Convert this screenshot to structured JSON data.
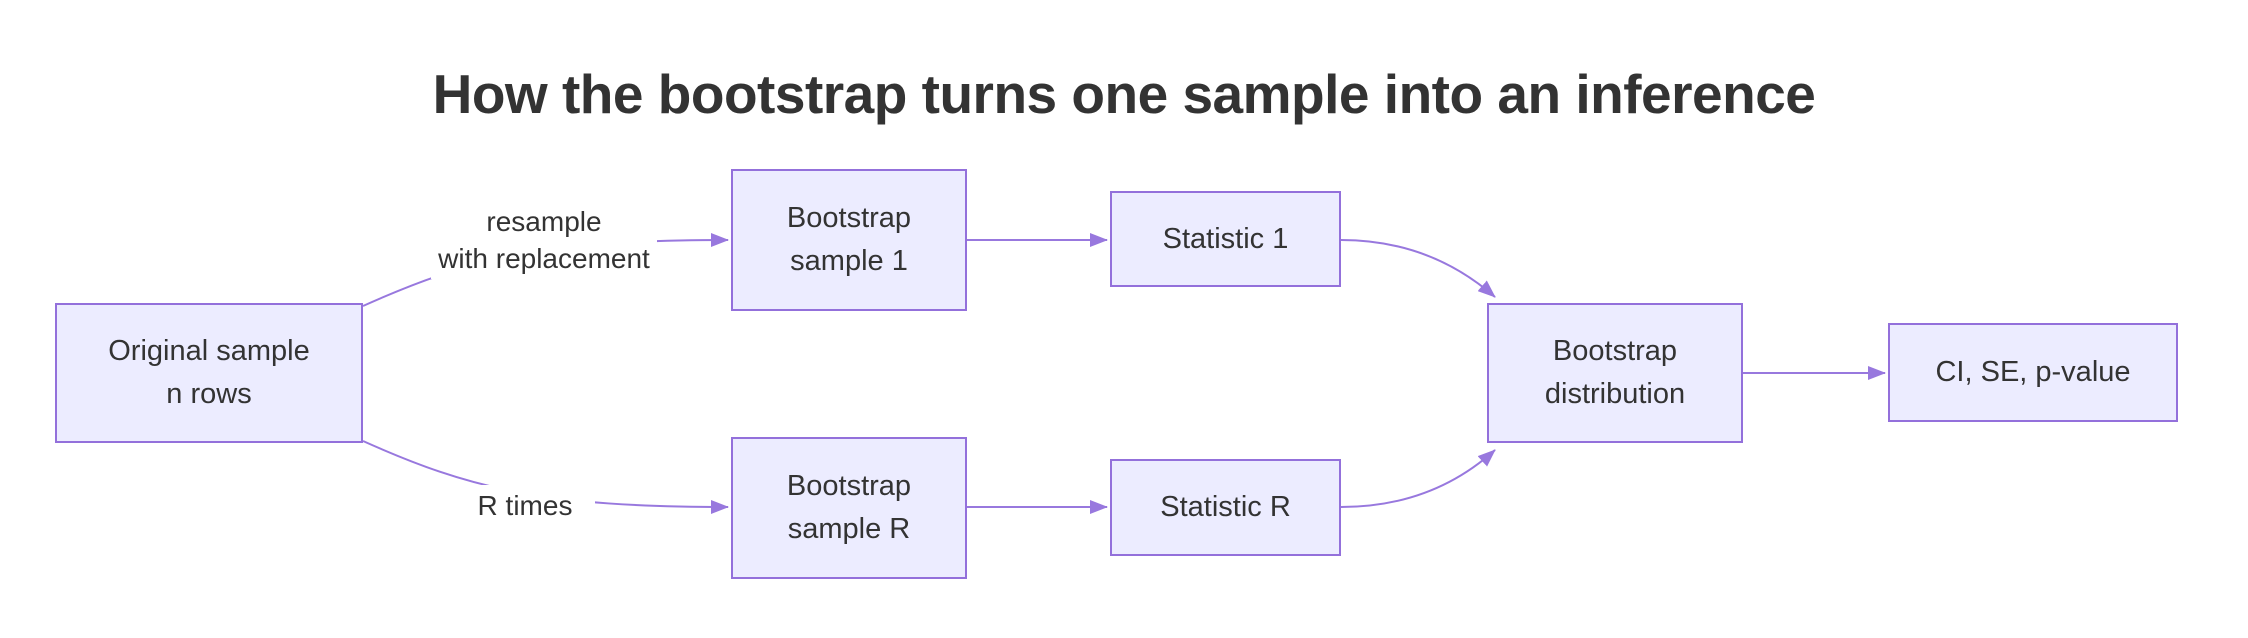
{
  "title": "How the bootstrap turns one sample into an inference",
  "colors": {
    "background": "#ffffff",
    "node_fill": "#ECECFF",
    "node_border": "#9370DB",
    "edge_line": "#9878DE",
    "text": "#333333",
    "title_text": "#333333"
  },
  "nodes": {
    "original_sample": {
      "line1": "Original sample",
      "line2": "n rows"
    },
    "bootstrap_sample_1": {
      "line1": "Bootstrap",
      "line2": "sample 1"
    },
    "statistic_1": {
      "line1": "Statistic 1"
    },
    "bootstrap_sample_r": {
      "line1": "Bootstrap",
      "line2": "sample R"
    },
    "statistic_r": {
      "line1": "Statistic R"
    },
    "bootstrap_distribution": {
      "line1": "Bootstrap",
      "line2": "distribution"
    },
    "ci_se_p_value": {
      "line1": "CI, SE, p-value"
    }
  },
  "edge_labels": {
    "resample_line1": "resample",
    "resample_line2": "with replacement",
    "r_times": "R times"
  },
  "edges": [
    {
      "from": "original_sample",
      "to": "bootstrap_sample_1",
      "label": "resample with replacement"
    },
    {
      "from": "original_sample",
      "to": "bootstrap_sample_r",
      "label": "R times"
    },
    {
      "from": "bootstrap_sample_1",
      "to": "statistic_1",
      "label": ""
    },
    {
      "from": "bootstrap_sample_r",
      "to": "statistic_r",
      "label": ""
    },
    {
      "from": "statistic_1",
      "to": "bootstrap_distribution",
      "label": ""
    },
    {
      "from": "statistic_r",
      "to": "bootstrap_distribution",
      "label": ""
    },
    {
      "from": "bootstrap_distribution",
      "to": "ci_se_p_value",
      "label": ""
    }
  ]
}
